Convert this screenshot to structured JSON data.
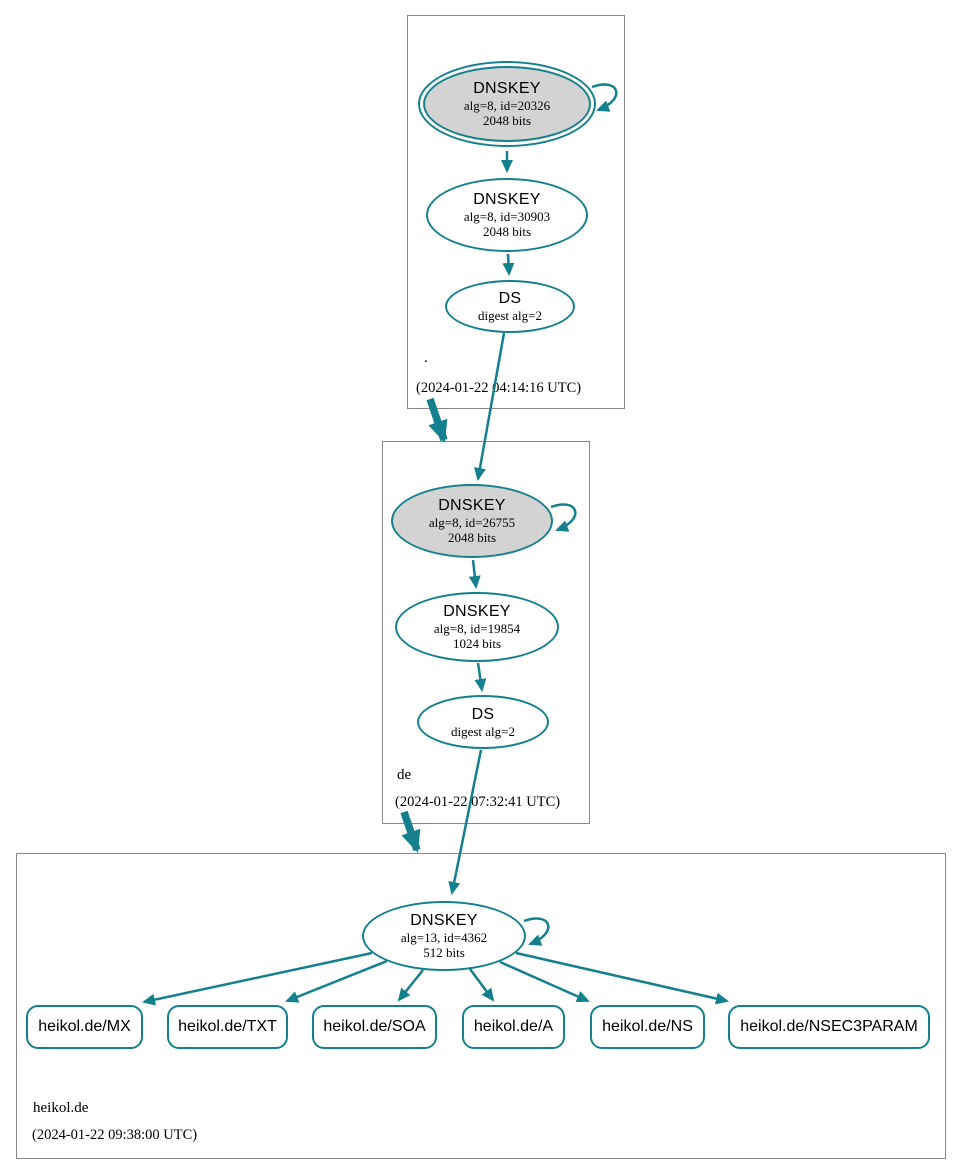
{
  "colors": {
    "accent_teal": "#15808d",
    "ksk_fill": "#d3d3d3",
    "zone_box_border": "#888888"
  },
  "zones": [
    {
      "name": ".",
      "timestamp": "(2024-01-22 04:14:16 UTC)",
      "ksk": {
        "title": "DNSKEY",
        "detail1": "alg=8, id=20326",
        "detail2": "2048 bits"
      },
      "zsk": {
        "title": "DNSKEY",
        "detail1": "alg=8, id=30903",
        "detail2": "2048 bits"
      },
      "ds": {
        "title": "DS",
        "detail1": "digest alg=2"
      }
    },
    {
      "name": "de",
      "timestamp": "(2024-01-22 07:32:41 UTC)",
      "ksk": {
        "title": "DNSKEY",
        "detail1": "alg=8, id=26755",
        "detail2": "2048 bits"
      },
      "zsk": {
        "title": "DNSKEY",
        "detail1": "alg=8, id=19854",
        "detail2": "1024 bits"
      },
      "ds": {
        "title": "DS",
        "detail1": "digest alg=2"
      }
    },
    {
      "name": "heikol.de",
      "timestamp": "(2024-01-22 09:38:00 UTC)",
      "dnskey": {
        "title": "DNSKEY",
        "detail1": "alg=13, id=4362",
        "detail2": "512 bits"
      },
      "rrsets": [
        {
          "label": "heikol.de/MX"
        },
        {
          "label": "heikol.de/TXT"
        },
        {
          "label": "heikol.de/SOA"
        },
        {
          "label": "heikol.de/A"
        },
        {
          "label": "heikol.de/NS"
        },
        {
          "label": "heikol.de/NSEC3PARAM"
        }
      ]
    }
  ]
}
